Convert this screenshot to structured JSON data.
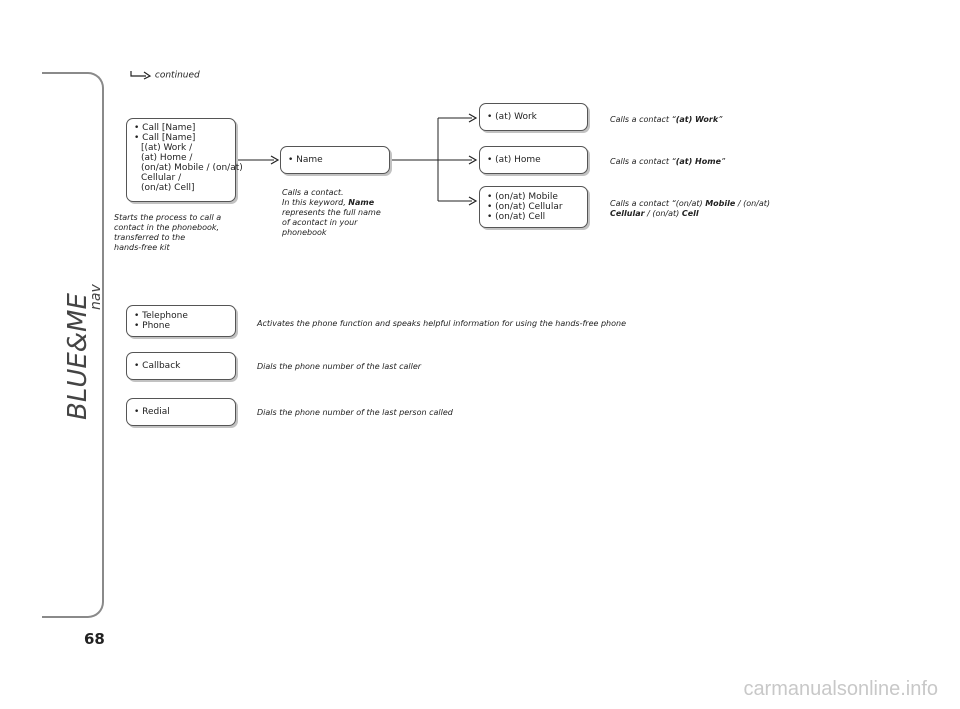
{
  "page": {
    "number": "68",
    "continued_label": "continued",
    "brand_text": "BLUE&ME",
    "brand_sub": "nav"
  },
  "boxes": {
    "call": {
      "lines": [
        "• Call [Name]",
        "• Call [Name]",
        "[(at) Work /",
        "(at) Home /",
        "(on/at) Mobile / (on/at)",
        "Cellular /",
        "(on/at) Cell]"
      ]
    },
    "name": {
      "label": "• Name"
    },
    "work": {
      "label": "• (at) Work"
    },
    "home": {
      "label": "• (at) Home"
    },
    "mobile": {
      "lines": [
        "• (on/at) Mobile",
        "• (on/at) Cellular",
        "• (on/at) Cell"
      ]
    },
    "telephone": {
      "lines": [
        "• Telephone",
        "• Phone"
      ]
    },
    "callback": {
      "label": "• Callback"
    },
    "redial": {
      "label": "• Redial"
    }
  },
  "notes": {
    "call": [
      "Starts the process to call a",
      "contact in the phonebook,",
      "transferred to the",
      "hands-free kit"
    ],
    "name": {
      "line1": "Calls a contact.",
      "line2_prefix": "In this keyword, ",
      "line2_bold": "Name",
      "rest": [
        "represents the full name",
        "of acontact in your",
        "phonebook"
      ]
    },
    "work": {
      "prefix": "Calls a contact “",
      "bold": "(at) Work",
      "suffix": "”"
    },
    "home": {
      "prefix": "Calls a contact “",
      "bold": "(at) Home",
      "suffix": "”"
    },
    "mobile": {
      "p1": "Calls a contact “(on/at) ",
      "b1": "Mobile",
      "p2": " / (on/at)",
      "b2": "Cellular",
      "p3": " / (on/at) ",
      "b3": "Cell"
    },
    "telephone": "Activates the phone function and speaks helpful information for using the hands-free phone",
    "callback": "Dials the phone number of the last caller",
    "redial": "Dials the phone number of the last person called"
  },
  "watermark": "carmanualsonline.info",
  "icons": [
    "continued-arrow-icon",
    "arrow-right-icon"
  ]
}
